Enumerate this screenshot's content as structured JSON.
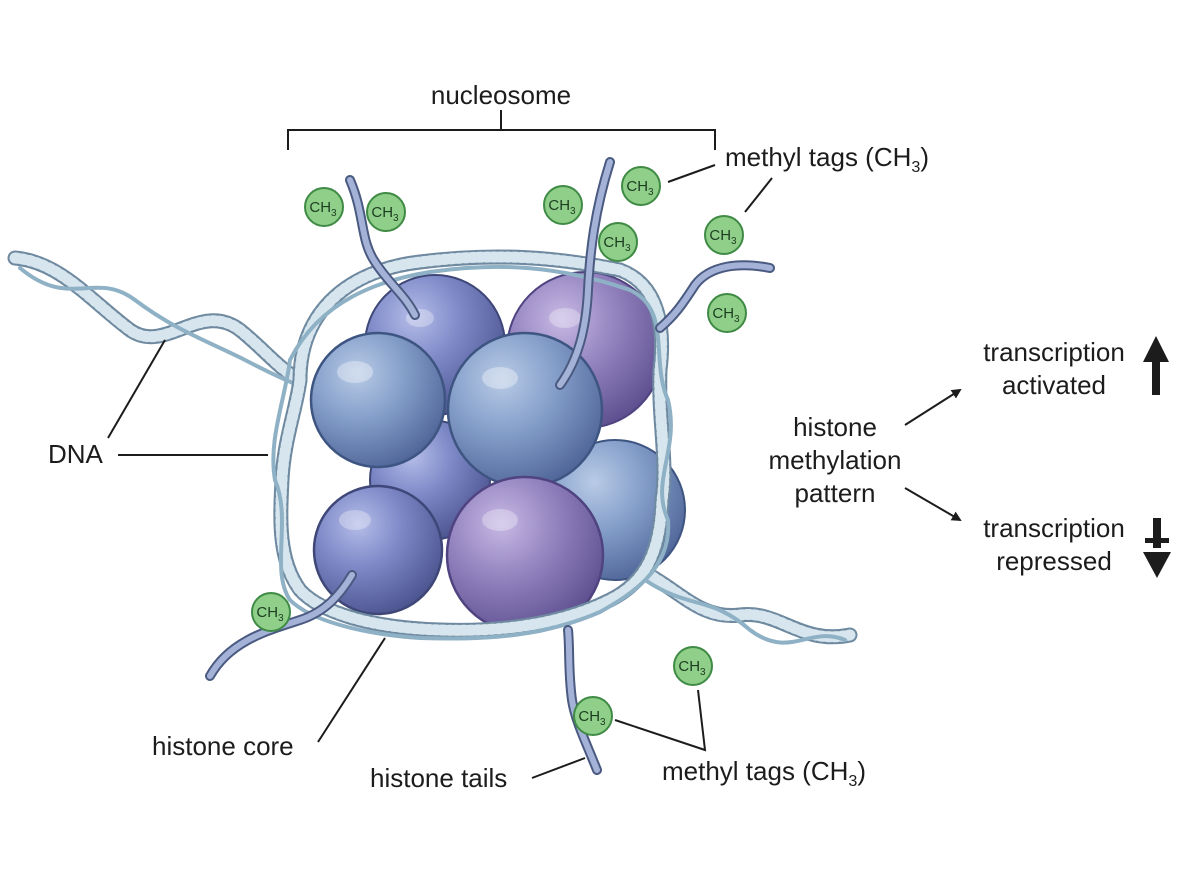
{
  "labels": {
    "nucleosome": "nucleosome",
    "dna": "DNA",
    "histone_core": "histone core",
    "histone_tails": "histone tails",
    "methyl_tags_top": "methyl tags (CH",
    "methyl_tags_top_sub": "3",
    "methyl_tags_top_close": ")",
    "methyl_tags_bottom": "methyl tags (CH",
    "methyl_tags_bottom_sub": "3",
    "methyl_tags_bottom_close": ")",
    "pattern_line1": "histone",
    "pattern_line2": "methylation",
    "pattern_line3": "pattern",
    "activated_line1": "transcription",
    "activated_line2": "activated",
    "repressed_line1": "transcription",
    "repressed_line2": "repressed"
  },
  "methyl_tag": {
    "text": "CH",
    "sub": "3",
    "count": 10
  },
  "colors": {
    "methyl_fill": "#8fcf8a",
    "methyl_stroke": "#3f8a44",
    "histone_blue": "#7f99c6",
    "histone_periwinkle": "#7a86c4",
    "histone_purple": "#9383bf",
    "dna_strand": "#6f8aa0",
    "tail": "#4a5a80",
    "arrow": "#1c1c1c"
  },
  "icons": {
    "activated": "up-arrow-icon",
    "repressed": "down-arrow-blocked-icon"
  }
}
